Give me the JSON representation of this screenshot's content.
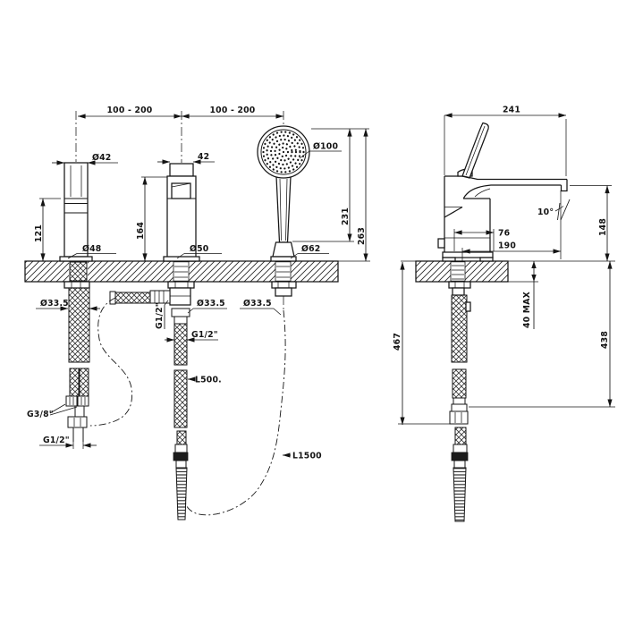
{
  "front": {
    "pitch_left": "100 - 200",
    "pitch_right": "100 - 200",
    "handle": {
      "top_dia": "Ø42",
      "height": "121",
      "base_dia": "Ø48",
      "hose_dia": "Ø33.5",
      "inlet_thread": "G3/8\"",
      "outlet_thread": "G1/2\""
    },
    "mixer": {
      "top_width": "42",
      "height": "164",
      "base_dia": "Ø50",
      "hole_dia": "Ø33.5",
      "side_thread": "G1/2\"",
      "hose_thread": "G1/2\"",
      "hose_length": "L500."
    },
    "shower": {
      "head_dia": "Ø100",
      "height_to_cone": "231",
      "height_total": "263",
      "base_dia": "Ø62",
      "hole_dia": "Ø33.5",
      "hose_length": "L1500"
    }
  },
  "side": {
    "depth": "241",
    "angle": "10°",
    "body_depth": "76",
    "reach": "190",
    "spout_height": "148",
    "deck_thickness": "40 MAX",
    "drop_outer": "467",
    "drop_inner": "438"
  }
}
